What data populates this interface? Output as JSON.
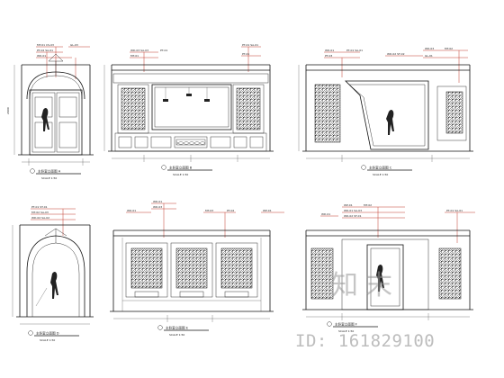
{
  "drawing": {
    "watermark_logo": "知末",
    "watermark_id": "ID: 161829100",
    "panels": [
      {
        "caption": "主卧室立面图 A"
      },
      {
        "caption": "主卧室立面图 B"
      },
      {
        "caption": "主卧室立面图 C"
      },
      {
        "caption": "主卧室立面图 D"
      },
      {
        "caption": "主卧室立面图 E"
      },
      {
        "caption": "主卧室立面图 F"
      }
    ],
    "scale_note": "SCALE 1:50"
  }
}
